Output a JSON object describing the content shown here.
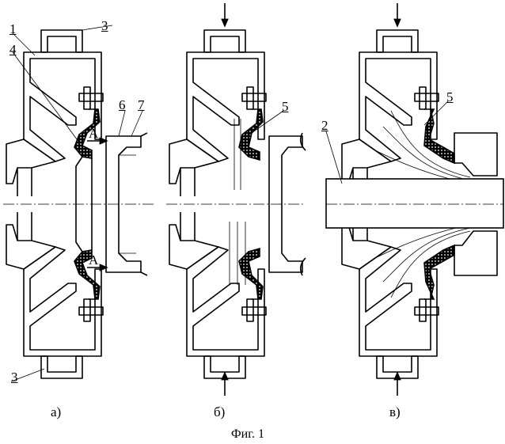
{
  "caption": "Фиг. 1",
  "views": {
    "a": {
      "label": "а)"
    },
    "b": {
      "label": "б)"
    },
    "c": {
      "label": "в)"
    }
  },
  "callouts": {
    "n1": "1",
    "n2": "2",
    "n3_top": "3",
    "n3_bottom": "3",
    "n4": "4",
    "n5_b": "5",
    "n5_c": "5",
    "n6": "6",
    "n7": "7",
    "sectionA_top": "A",
    "sectionA_bottom": "A"
  }
}
